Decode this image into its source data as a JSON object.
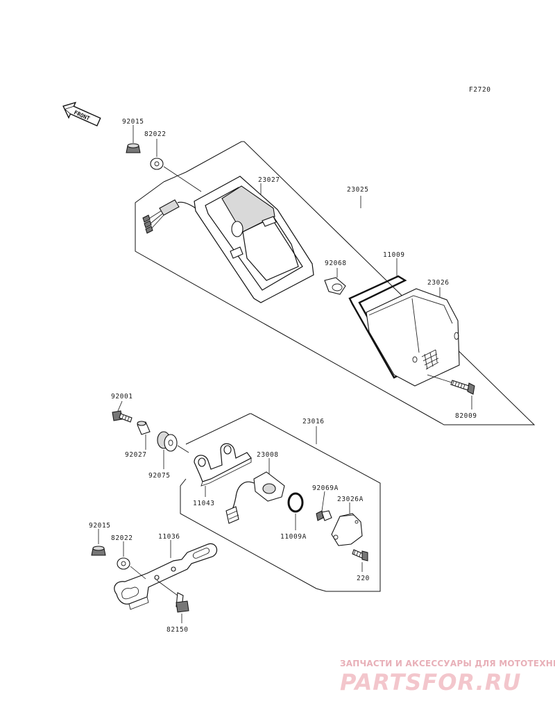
{
  "figure_code": "F2720",
  "front_marker": "FRONT",
  "parts": {
    "p92015a": "92015",
    "p82022a": "82022",
    "p23027": "23027",
    "p23025": "23025",
    "p92068": "92068",
    "p11009": "11009",
    "p23026": "23026",
    "p82009": "82009",
    "p92001": "92001",
    "p92027": "92027",
    "p92075": "92075",
    "p23016": "23016",
    "p23008": "23008",
    "p11043": "11043",
    "p92069A": "92069A",
    "p23026A": "23026A",
    "p11009A": "11009A",
    "p220": "220",
    "p92015b": "92015",
    "p82022b": "82022",
    "p11036": "11036",
    "p82150": "82150"
  },
  "watermark": {
    "caption": "ЗАПЧАСТИ И АКСЕССУАРЫ ДЛЯ МОТОТЕХНИКИ",
    "brand": "PARTSFOR.RU"
  },
  "colors": {
    "line": "#111111",
    "watermark": "#e05a6e"
  }
}
